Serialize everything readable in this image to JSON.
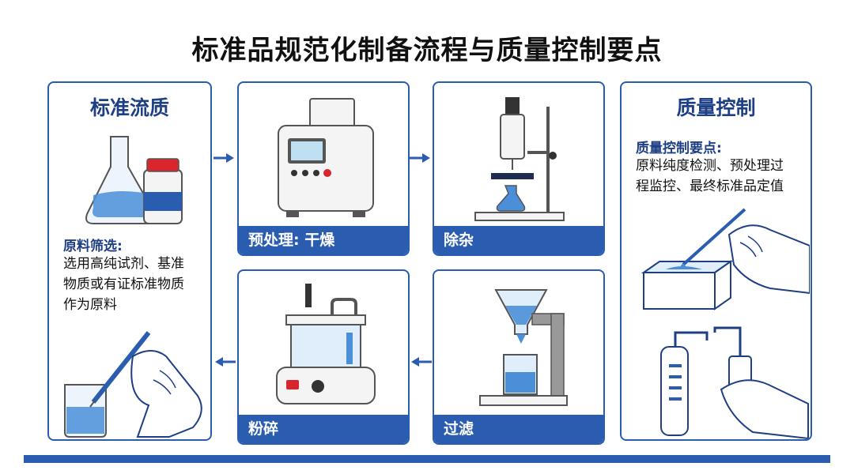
{
  "title": "标准品规范化制备流程与质量控制要点",
  "left_panel": {
    "heading": "标准流质",
    "section_title": "原料筛选:",
    "section_lines": [
      "选用高纯试剂、基准",
      "物质或有证标准物质",
      "作为原料"
    ]
  },
  "steps": [
    {
      "label": "预处理: 干燥"
    },
    {
      "label": "除杂"
    },
    {
      "label": "粉碎"
    },
    {
      "label": "过滤"
    }
  ],
  "right_panel": {
    "heading": "质量控制",
    "section_title": "质量控制要点:",
    "section_lines": [
      "原料纯度检测、预处理过",
      "程监控、最终标准品定值"
    ]
  },
  "colors": {
    "accent": "#2a5db0",
    "heading": "#1f3f85",
    "liquid": "#4a8fd8"
  }
}
